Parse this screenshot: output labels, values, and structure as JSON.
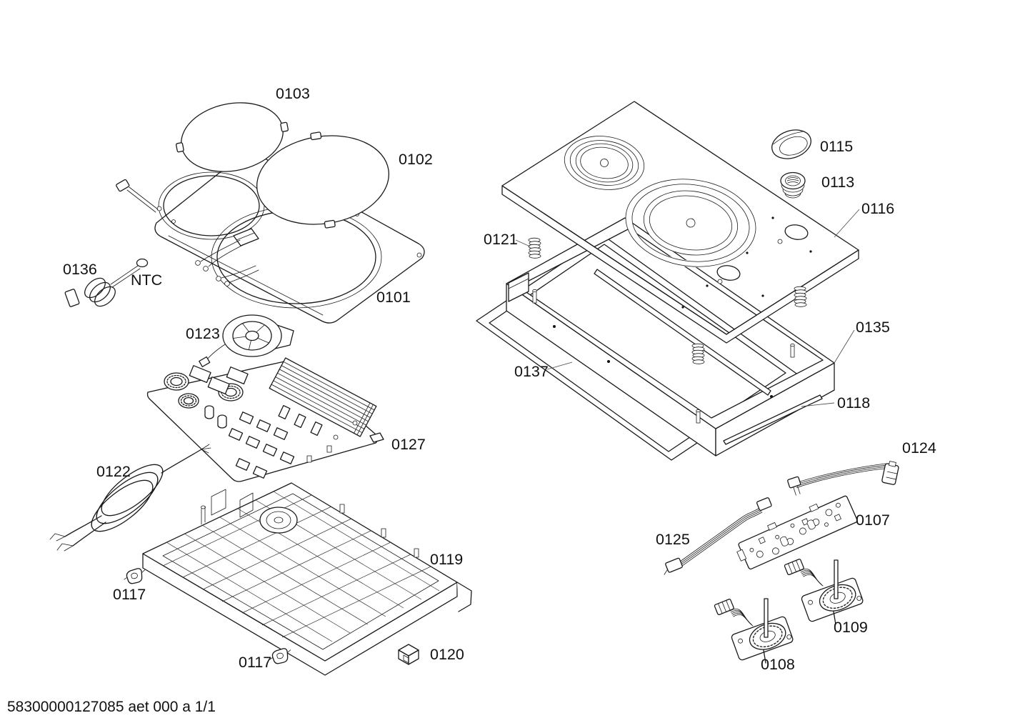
{
  "page": {
    "background": "#ffffff",
    "line_color": "#1a1a1a"
  },
  "footer": {
    "text": "58300000127085 aet 000 a 1/1"
  },
  "labels": {
    "p0101": {
      "text": "0101"
    },
    "p0102": {
      "text": "0102"
    },
    "p0103": {
      "text": "0103"
    },
    "p0107": {
      "text": "0107"
    },
    "p0108": {
      "text": "0108"
    },
    "p0109": {
      "text": "0109"
    },
    "p0113": {
      "text": "0113"
    },
    "p0115": {
      "text": "0115"
    },
    "p0116": {
      "text": "0116"
    },
    "p0117a": {
      "text": "0117"
    },
    "p0117b": {
      "text": "0117"
    },
    "p0118": {
      "text": "0118"
    },
    "p0119": {
      "text": "0119"
    },
    "p0120": {
      "text": "0120"
    },
    "p0121": {
      "text": "0121"
    },
    "p0122": {
      "text": "0122"
    },
    "p0123": {
      "text": "0123"
    },
    "p0124": {
      "text": "0124"
    },
    "p0125": {
      "text": "0125"
    },
    "p0127": {
      "text": "0127"
    },
    "p0135": {
      "text": "0135"
    },
    "p0136": {
      "text": "0136"
    },
    "p0137": {
      "text": "0137"
    },
    "ntc": {
      "text": "NTC"
    }
  }
}
